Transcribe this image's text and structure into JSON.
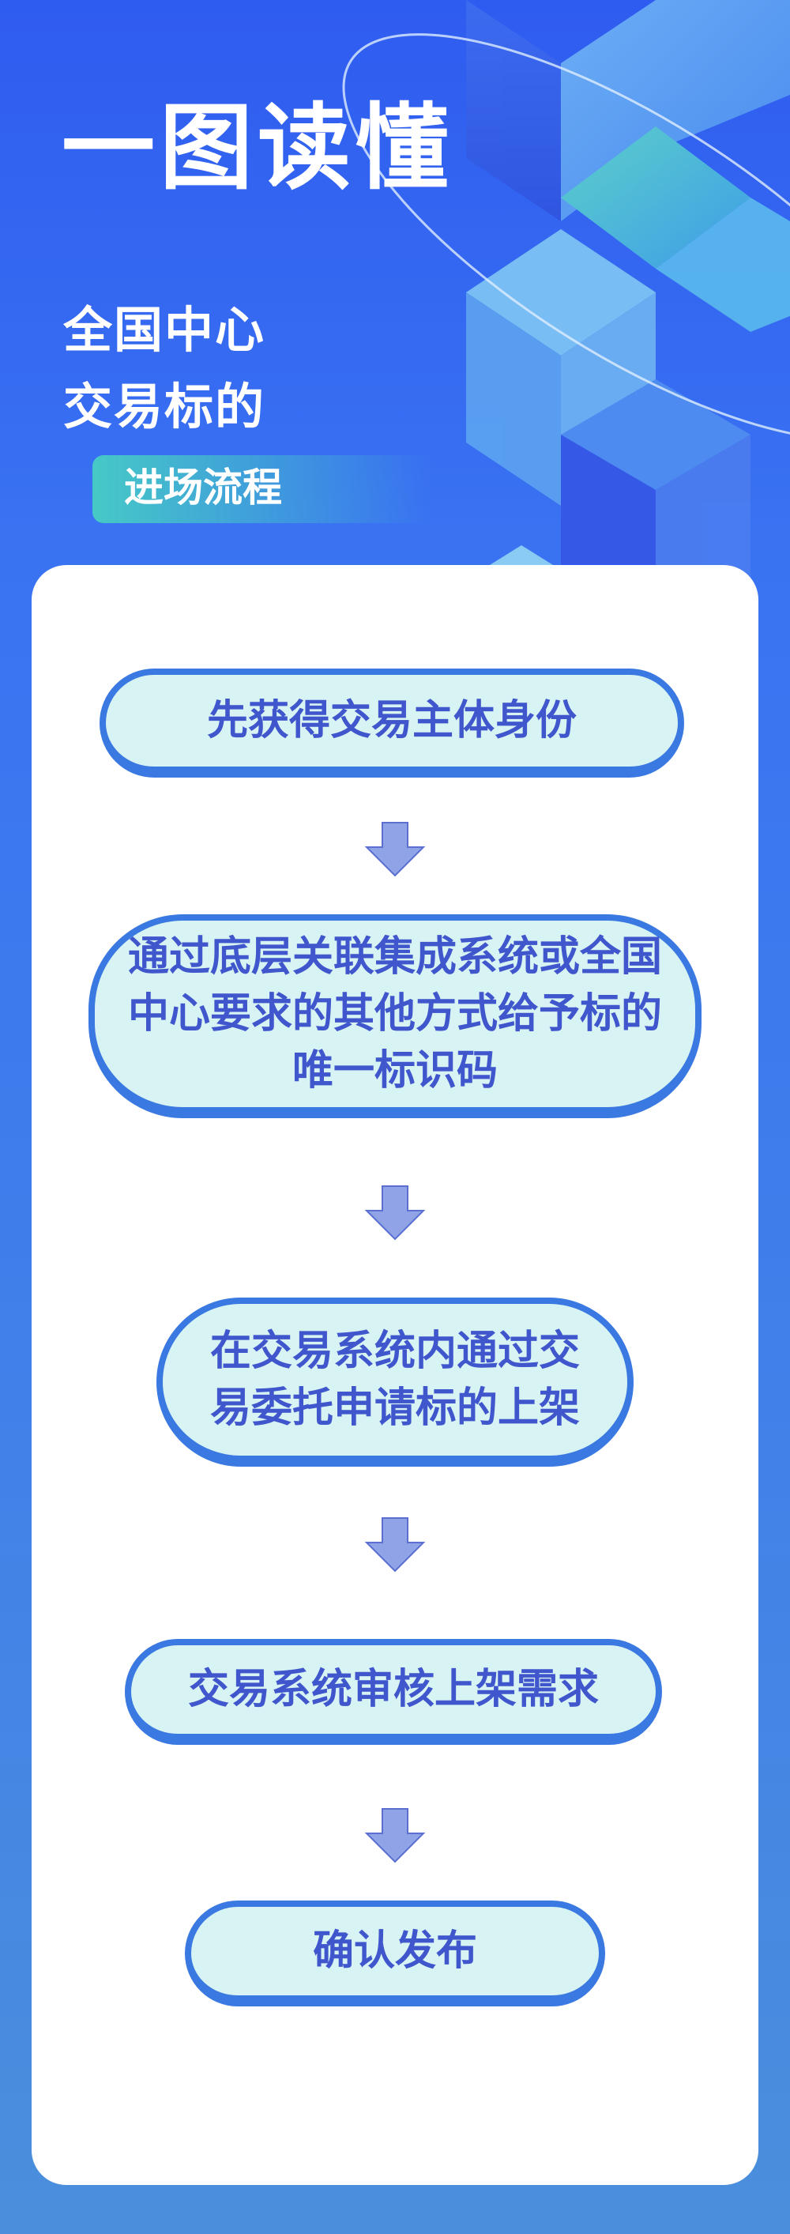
{
  "header": {
    "title": "一图读懂",
    "subtitle_line1": "全国中心",
    "subtitle_line2": "交易标的",
    "tag": "进场流程"
  },
  "steps": [
    {
      "label": "先获得交易主体身份"
    },
    {
      "label": "通过底层关联集成系统或全国中心要求的其他方式给予标的唯一标识码"
    },
    {
      "label": "在交易系统内通过交易委托申请标的上架"
    },
    {
      "label": "交易系统审核上架需求"
    },
    {
      "label": "确认发布"
    }
  ],
  "colors": {
    "accent": "#3a78e2",
    "step_fill": "#d8f3f3",
    "step_text": "#4056cc",
    "arrow": "#8fa3e6"
  }
}
